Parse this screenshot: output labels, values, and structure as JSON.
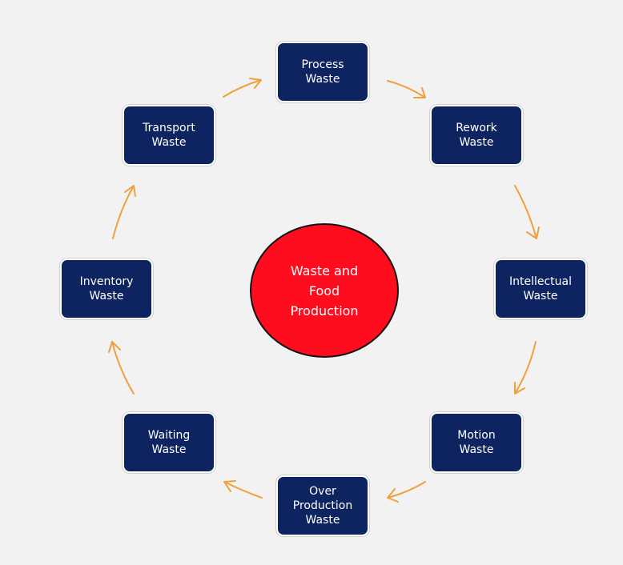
{
  "center": {
    "label": "Waste and\nFood\nProduction",
    "color": "#ff0d1f"
  },
  "nodes": [
    {
      "label": "Process\nWaste"
    },
    {
      "label": "Rework\nWaste"
    },
    {
      "label": "Intellectual\nWaste"
    },
    {
      "label": "Motion\nWaste"
    },
    {
      "label": "Over\nProduction\nWaste"
    },
    {
      "label": "Waiting\nWaste"
    },
    {
      "label": "Inventory\nWaste"
    },
    {
      "label": "Transport\nWaste"
    }
  ],
  "colors": {
    "node_fill": "#0e2461",
    "arrow": "#f0a03c",
    "background": "#f2f2f2"
  }
}
